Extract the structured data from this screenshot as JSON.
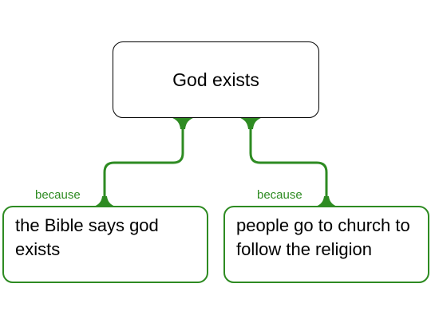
{
  "claim": {
    "text": "God exists"
  },
  "reasons": [
    {
      "connector_label": "because",
      "text": "the Bible says god exists"
    },
    {
      "connector_label": "because",
      "text": "people go to church to follow the religion"
    }
  ],
  "colors": {
    "reason_accent": "#2e8b22",
    "claim_border": "#000000"
  }
}
